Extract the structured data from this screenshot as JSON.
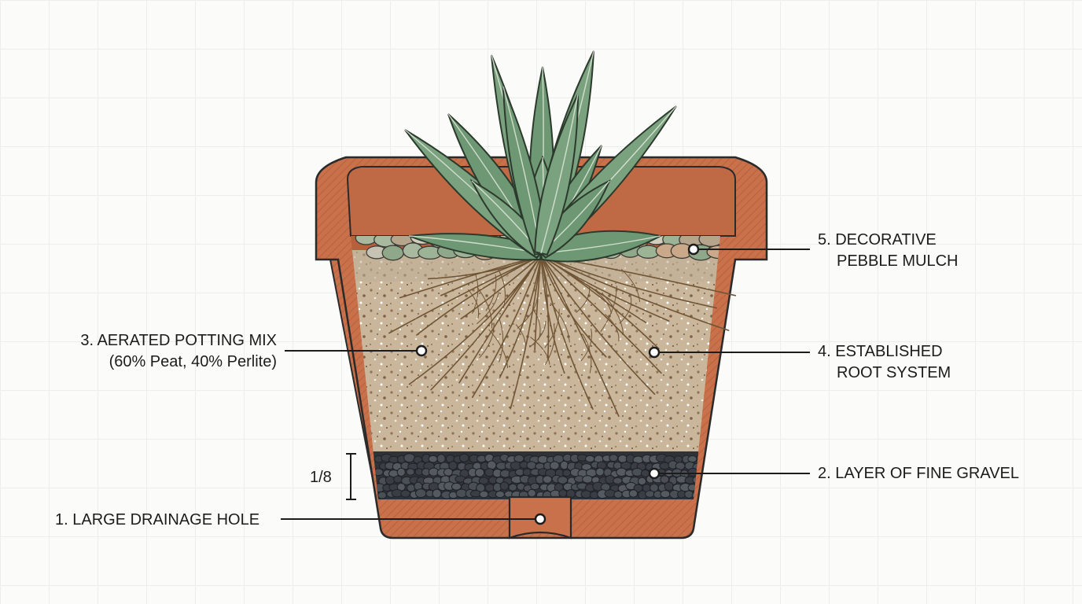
{
  "diagram": {
    "labels": {
      "drainage_hole": "1. LARGE DRAINAGE HOLE",
      "fine_gravel": "2. LAYER OF FINE GRAVEL",
      "potting_mix": "3. AERATED POTTING MIX",
      "potting_mix_detail": "(60% Peat, 40% Perlite)",
      "root_system_line1": "4. ESTABLISHED",
      "root_system_line2": "ROOT SYSTEM",
      "pebble_mulch_line1": "5. DECORATIVE",
      "pebble_mulch_line2": "PEBBLE MULCH"
    },
    "dimension_label": "1/8",
    "colors": {
      "pot": "#c8714b",
      "pot_inner": "#b8603c",
      "soil": "#c7b59c",
      "gravel": "#3d4147",
      "leaf": "#7ba27f",
      "root": "#6f5535",
      "outline": "#2a2a2a"
    }
  }
}
